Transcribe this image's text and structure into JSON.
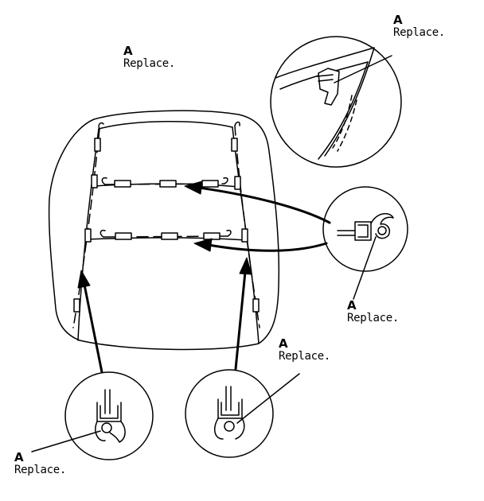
{
  "callouts": [
    {
      "letter": "A",
      "text": "Replace."
    },
    {
      "letter": "A",
      "text": "Replace."
    },
    {
      "letter": "A",
      "text": "Replace."
    },
    {
      "letter": "A",
      "text": "Replace."
    },
    {
      "letter": "A",
      "text": "Replace."
    }
  ],
  "colors": {
    "line": "#000000",
    "background": "#ffffff"
  }
}
